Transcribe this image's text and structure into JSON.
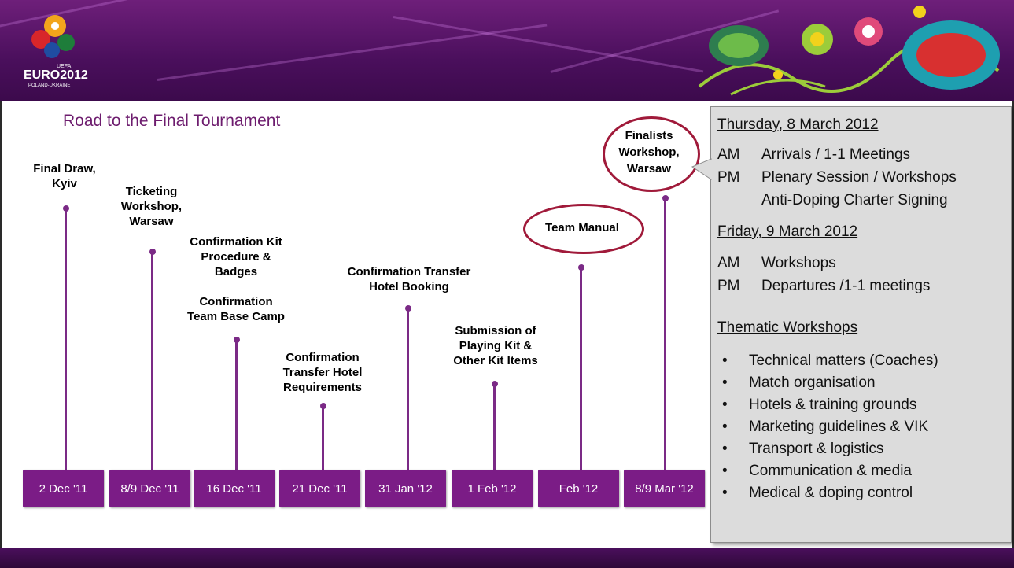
{
  "logo": {
    "brand": "EURO2012",
    "sub": "POLAND-UKRAINE",
    "uefa": "UEFA"
  },
  "title": "Road to the Final Tournament",
  "events": [
    {
      "date": "2 Dec '11",
      "label": "Final Draw,\nKyiv"
    },
    {
      "date": "8/9 Dec '11",
      "label": "Ticketing\nWorkshop,\nWarsaw"
    },
    {
      "date": "16 Dec '11",
      "label": "Confirmation Kit\nProcedure &\nBadges",
      "label2": "Confirmation\nTeam Base Camp"
    },
    {
      "date": "21 Dec '11",
      "label": "Confirmation\nTransfer Hotel\nRequirements"
    },
    {
      "date": "31 Jan '12",
      "label": "Confirmation Transfer\nHotel Booking"
    },
    {
      "date": "1 Feb '12",
      "label": "Submission of\nPlaying Kit &\nOther Kit Items"
    },
    {
      "date": "Feb '12",
      "label": "Team Manual"
    },
    {
      "date": "8/9 Mar '12",
      "label": "Finalists\nWorkshop,\nWarsaw"
    }
  ],
  "callout": {
    "day1": "Thursday, 8 March 2012",
    "day1_rows": [
      {
        "time": "AM",
        "text": "Arrivals / 1-1 Meetings"
      },
      {
        "time": "PM",
        "text": "Plenary Session / Workshops"
      },
      {
        "time": "",
        "text": "Anti-Doping Charter Signing"
      }
    ],
    "day2": "Friday, 9 March 2012",
    "day2_rows": [
      {
        "time": "AM",
        "text": "Workshops"
      },
      {
        "time": "PM",
        "text": "Departures /1-1 meetings"
      }
    ],
    "workshops_title": "Thematic Workshops",
    "workshops": [
      "Technical matters (Coaches)",
      "Match organisation",
      "Hotels & training grounds",
      "Marketing guidelines & VIK",
      "Transport & logistics",
      "Communication & media",
      "Medical & doping control"
    ]
  },
  "colors": {
    "purple": "#7b1c86",
    "banner": "#4a0f5c",
    "oval": "#a01a3a",
    "callout": "#dcdcdc"
  }
}
